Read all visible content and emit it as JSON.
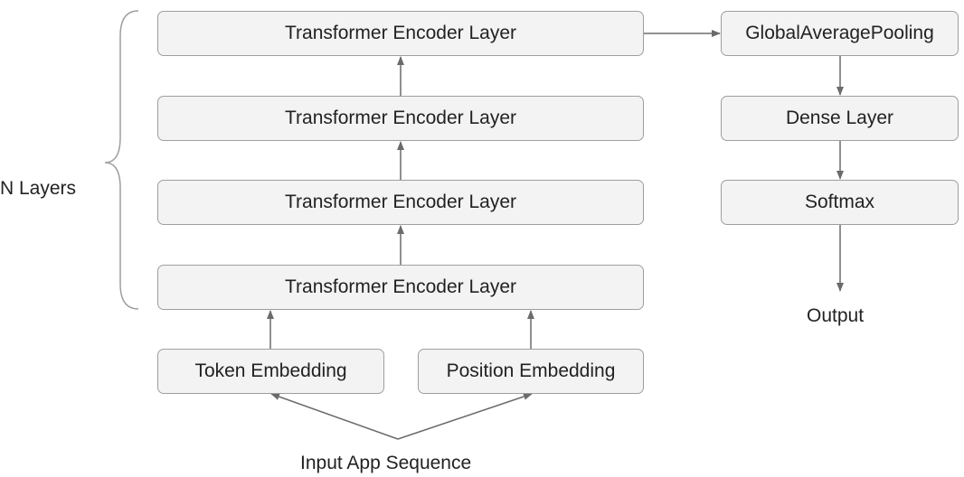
{
  "diagram": {
    "encoder_layers": [
      "Transformer Encoder Layer",
      "Transformer Encoder Layer",
      "Transformer Encoder Layer",
      "Transformer Encoder Layer"
    ],
    "token_embedding": "Token Embedding",
    "position_embedding": "Position Embedding",
    "input_label": "Input App Sequence",
    "n_layers_label": "N Layers",
    "pooling": "GlobalAveragePooling",
    "dense": "Dense Layer",
    "softmax": "Softmax",
    "output_label": "Output"
  },
  "colors": {
    "box_fill": "#f3f3f3",
    "box_border": "#9e9e9e",
    "arrow": "#6b6b6b",
    "text": "#222222"
  }
}
